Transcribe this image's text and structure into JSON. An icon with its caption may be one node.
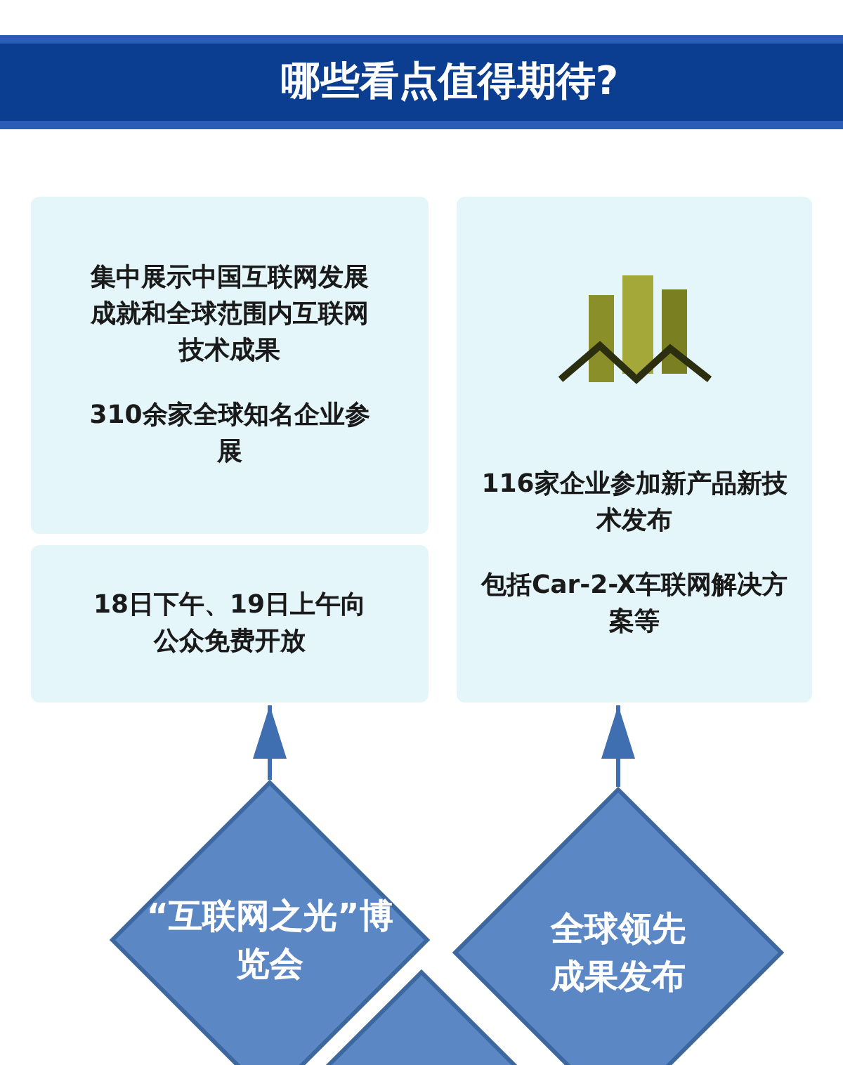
{
  "diagram": {
    "title": "哪些看点值得期待?",
    "nodes": [
      {
        "text": [
          "集中展示中国互联网发展成就和全球范围内互联网技术成果",
          "310余家全球知名企业参展"
        ]
      },
      {
        "text": [
          "18日下午、19日上午向公众免费开放"
        ]
      },
      {
        "text": [
          "116家企业参加新产品新技术发布",
          "包括Car-2-X车联网解决方案等"
        ]
      },
      {
        "text": [
          "“互联网之光”博览会"
        ]
      },
      {
        "text": [
          "全球领先成果发布"
        ]
      },
      {
        "text": [],
        "shape": "diamond"
      }
    ],
    "edges": [
      {
        "from": 3,
        "to": 1,
        "arrow": "to"
      },
      {
        "from": 4,
        "to": 2,
        "arrow": "to"
      }
    ]
  }
}
